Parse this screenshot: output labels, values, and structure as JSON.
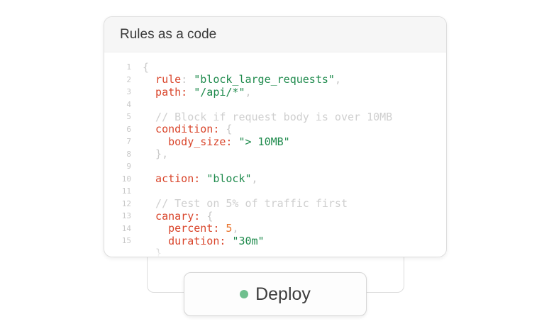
{
  "card": {
    "title": "Rules as a code"
  },
  "code_lines": [
    {
      "num": "1",
      "tokens": [
        {
          "t": "punct",
          "v": "{"
        }
      ]
    },
    {
      "num": "2",
      "tokens": [
        {
          "t": "key",
          "v": "  rule"
        },
        {
          "t": "punct",
          "v": ": "
        },
        {
          "t": "str",
          "v": "\"block_large_requests\""
        },
        {
          "t": "punct",
          "v": ","
        }
      ]
    },
    {
      "num": "3",
      "tokens": [
        {
          "t": "key",
          "v": "  path: "
        },
        {
          "t": "str",
          "v": "\"/api/*\""
        },
        {
          "t": "punct",
          "v": ","
        }
      ]
    },
    {
      "num": "4",
      "tokens": []
    },
    {
      "num": "5",
      "tokens": [
        {
          "t": "comment",
          "v": "  // Block if request body is over 10MB"
        }
      ]
    },
    {
      "num": "6",
      "tokens": [
        {
          "t": "key",
          "v": "  condition: "
        },
        {
          "t": "punct",
          "v": "{"
        }
      ]
    },
    {
      "num": "7",
      "tokens": [
        {
          "t": "key",
          "v": "    body_size: "
        },
        {
          "t": "str",
          "v": "\"> 10MB\""
        }
      ]
    },
    {
      "num": "8",
      "tokens": [
        {
          "t": "punct",
          "v": "  },"
        }
      ]
    },
    {
      "num": "9",
      "tokens": []
    },
    {
      "num": "10",
      "tokens": [
        {
          "t": "key",
          "v": "  action: "
        },
        {
          "t": "str",
          "v": "\"block\""
        },
        {
          "t": "punct",
          "v": ","
        }
      ]
    },
    {
      "num": "11",
      "tokens": []
    },
    {
      "num": "12",
      "tokens": [
        {
          "t": "comment",
          "v": "  // Test on 5% of traffic first"
        }
      ]
    },
    {
      "num": "13",
      "tokens": [
        {
          "t": "key",
          "v": "  canary: "
        },
        {
          "t": "punct",
          "v": "{"
        }
      ]
    },
    {
      "num": "14",
      "tokens": [
        {
          "t": "key",
          "v": "    percent: "
        },
        {
          "t": "num",
          "v": "5"
        },
        {
          "t": "punct",
          "v": ","
        }
      ]
    },
    {
      "num": "15",
      "tokens": [
        {
          "t": "key",
          "v": "    duration: "
        },
        {
          "t": "str",
          "v": "\"30m\""
        }
      ]
    },
    {
      "num": "",
      "tokens": [
        {
          "t": "punct",
          "v": "  }"
        }
      ]
    }
  ],
  "deploy": {
    "label": "Deploy",
    "status_color": "#6fbf8e"
  },
  "colors": {
    "key": "#d9452b",
    "string": "#1e8a4c",
    "number": "#e8732c",
    "comment": "#cfcfcf"
  }
}
